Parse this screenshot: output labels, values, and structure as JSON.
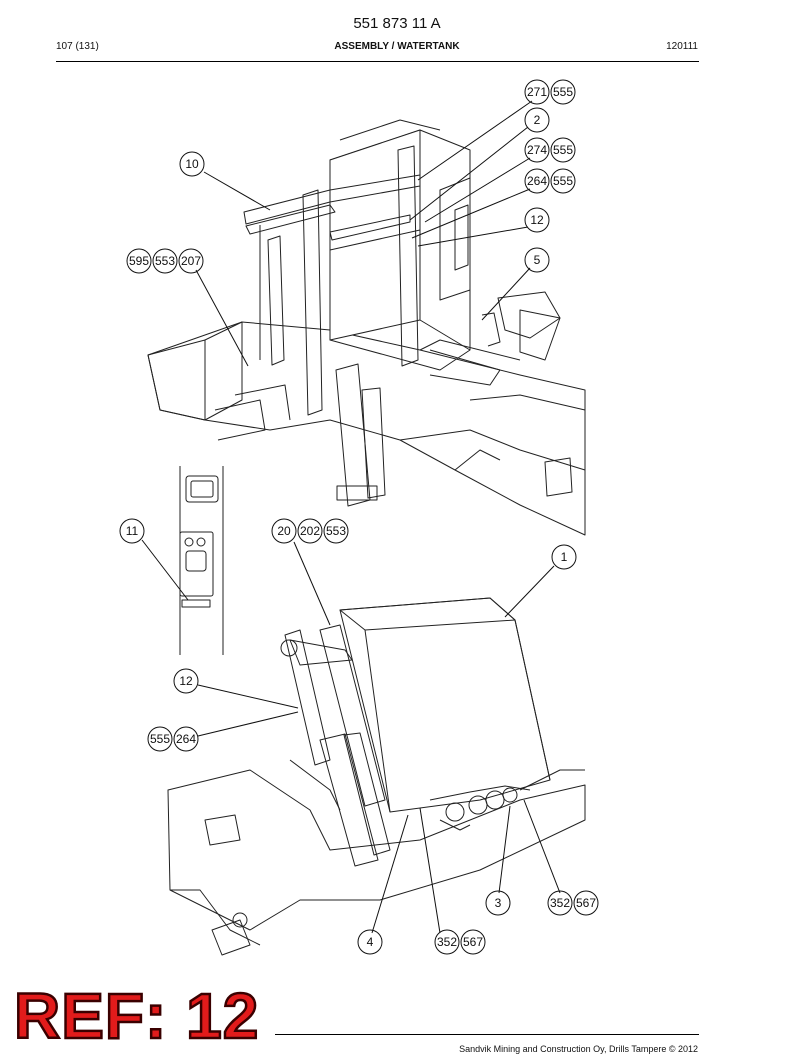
{
  "header": {
    "doc_number": "551 873 11 A",
    "page": "107 (131)",
    "title": "ASSEMBLY / WATERTANK",
    "date_code": "120111"
  },
  "callouts": [
    {
      "id": "c-271-555",
      "labels": [
        "271",
        "555"
      ]
    },
    {
      "id": "c-2",
      "labels": [
        "2"
      ]
    },
    {
      "id": "c-274-555",
      "labels": [
        "274",
        "555"
      ]
    },
    {
      "id": "c-264-555",
      "labels": [
        "264",
        "555"
      ]
    },
    {
      "id": "c-12-top",
      "labels": [
        "12"
      ]
    },
    {
      "id": "c-10",
      "labels": [
        "10"
      ]
    },
    {
      "id": "c-595-553-207",
      "labels": [
        "595",
        "553",
        "207"
      ]
    },
    {
      "id": "c-5",
      "labels": [
        "5"
      ]
    },
    {
      "id": "c-11",
      "labels": [
        "11"
      ]
    },
    {
      "id": "c-20-202-553",
      "labels": [
        "20",
        "202",
        "553"
      ]
    },
    {
      "id": "c-1",
      "labels": [
        "1"
      ]
    },
    {
      "id": "c-12-low",
      "labels": [
        "12"
      ]
    },
    {
      "id": "c-555-264",
      "labels": [
        "555",
        "264"
      ]
    },
    {
      "id": "c-3",
      "labels": [
        "3"
      ]
    },
    {
      "id": "c-352-567-right",
      "labels": [
        "352",
        "567"
      ]
    },
    {
      "id": "c-4",
      "labels": [
        "4"
      ]
    },
    {
      "id": "c-352-567-low",
      "labels": [
        "352",
        "567"
      ]
    }
  ],
  "ref_stamp": "REF: 12",
  "footer": {
    "copyright": "Sandvik Mining and Construction Oy, Drills Tampere © 2012"
  }
}
